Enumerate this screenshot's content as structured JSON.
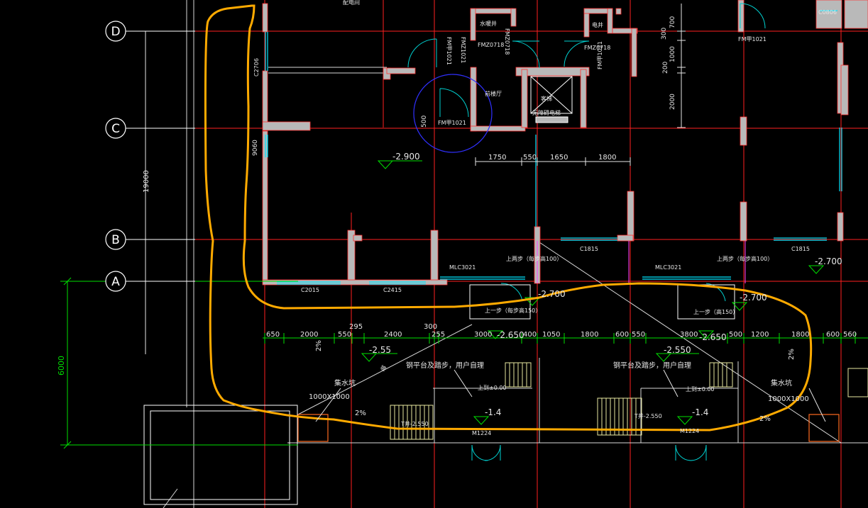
{
  "axes": [
    "D",
    "C",
    "B",
    "A"
  ],
  "dims": {
    "overall_vertical": "19000",
    "south_strip": "6000",
    "row_dc_upper": [
      "700",
      "300",
      "1000",
      "200"
    ],
    "row_dc_lower": "2000",
    "core": [
      "1750",
      "550",
      "1650",
      "1800"
    ],
    "misc_9060": "9060",
    "misc_500": "500",
    "misc_295": "295",
    "misc_300": "300",
    "strip": [
      "650",
      "2000",
      "550",
      "2400",
      "255",
      "3000",
      "400",
      "1050",
      "1800",
      "600",
      "550",
      "3800",
      "500",
      "1200",
      "1800",
      "600",
      "560"
    ]
  },
  "elevations": {
    "e1": "-2.900",
    "e2": "-2.700",
    "e3": "-2.700",
    "e4": "-2.700",
    "e5": "-2.650",
    "e6": "-2.650",
    "e7": "-2.55",
    "e8": "-2.550",
    "e9": "-1.4",
    "e10": "-1.4"
  },
  "labels": {
    "c2706": "C2706",
    "c0806": "C0806",
    "fm1021a": "FM甲1021",
    "fm1021b": "FM甲1021",
    "fm1021c": "FM甲1021",
    "fm1021d": "FM甲1021",
    "fmz0718a": "FMZ0718",
    "fmz0718b": "FMZ0718",
    "fmz0718c": "FMZ0718",
    "fmz1021": "FMZ1021",
    "pipe": "水暖井",
    "elec": "电井",
    "stair_hall": "前楼厅",
    "elevator": "客梯",
    "elevator_sub": "无障碍电梯",
    "c1815a": "C1815",
    "c1815b": "C1815",
    "mlc3021a": "MLC3021",
    "mlc3021b": "MLC3021",
    "c2015": "C2015",
    "c2415": "C2415",
    "step_up_a": "上两步（每步高100）",
    "step_up_b": "上两步（每步高100）",
    "step_one_a": "上一步（每步高150）",
    "step_one_b": "上一步（高150）",
    "steel_a": "钢平台及踏步，用户自理",
    "steel_b": "钢平台及踏步，用户自理",
    "sump_a": "集水坑",
    "sump_b": "集水坑",
    "sump_size_a": "1000X1000",
    "sump_size_b": "1000X1000",
    "slope_a": "2%",
    "slope_b": "2%",
    "slope_c": "2%",
    "slope_d": "2%",
    "ramp": "坡",
    "tjia_a": "T并-2.550",
    "tjia_b": "T并-2.550",
    "m1224a": "M1224",
    "m1224b": "M1224",
    "floor_a": "上到±0.00",
    "floor_b": "上到±0.00",
    "top_room": "配电间"
  },
  "colors": {
    "background": "#000000",
    "axis_red": "#ff2020",
    "wall": "#b9b9b9",
    "wall_edge": "#ff3030",
    "window": "#00e5ff",
    "dim_green": "#00e000",
    "highlight": "#ffaa00",
    "door": "#00d0d0",
    "sump": "#ff6a20",
    "magenta": "#ff40ff",
    "blue": "#3030ff"
  }
}
